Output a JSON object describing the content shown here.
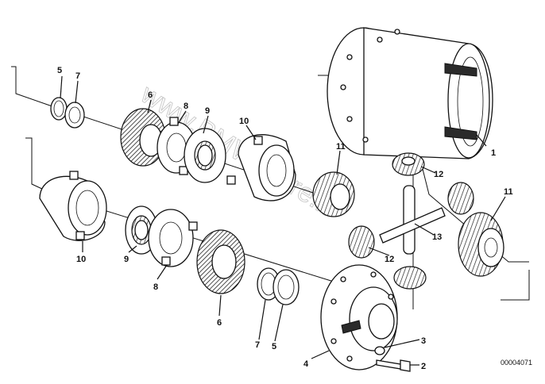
{
  "diagram": {
    "reference_number": "00004071",
    "watermark": "www.BMW-store.it",
    "callouts": {
      "c1": "1",
      "c2": "2",
      "c3": "3",
      "c4": "4",
      "c5_top": "5",
      "c7_top": "7",
      "c6_top": "6",
      "c8_top": "8",
      "c9_top": "9",
      "c10_top": "10",
      "c11_left": "11",
      "c12_top": "12",
      "c11_right": "11",
      "c13": "13",
      "c12_bottom": "12",
      "c10_bottom": "10",
      "c9_bottom": "9",
      "c8_bottom": "8",
      "c6_bottom": "6",
      "c7_bottom": "7",
      "c5_bottom": "5"
    }
  }
}
